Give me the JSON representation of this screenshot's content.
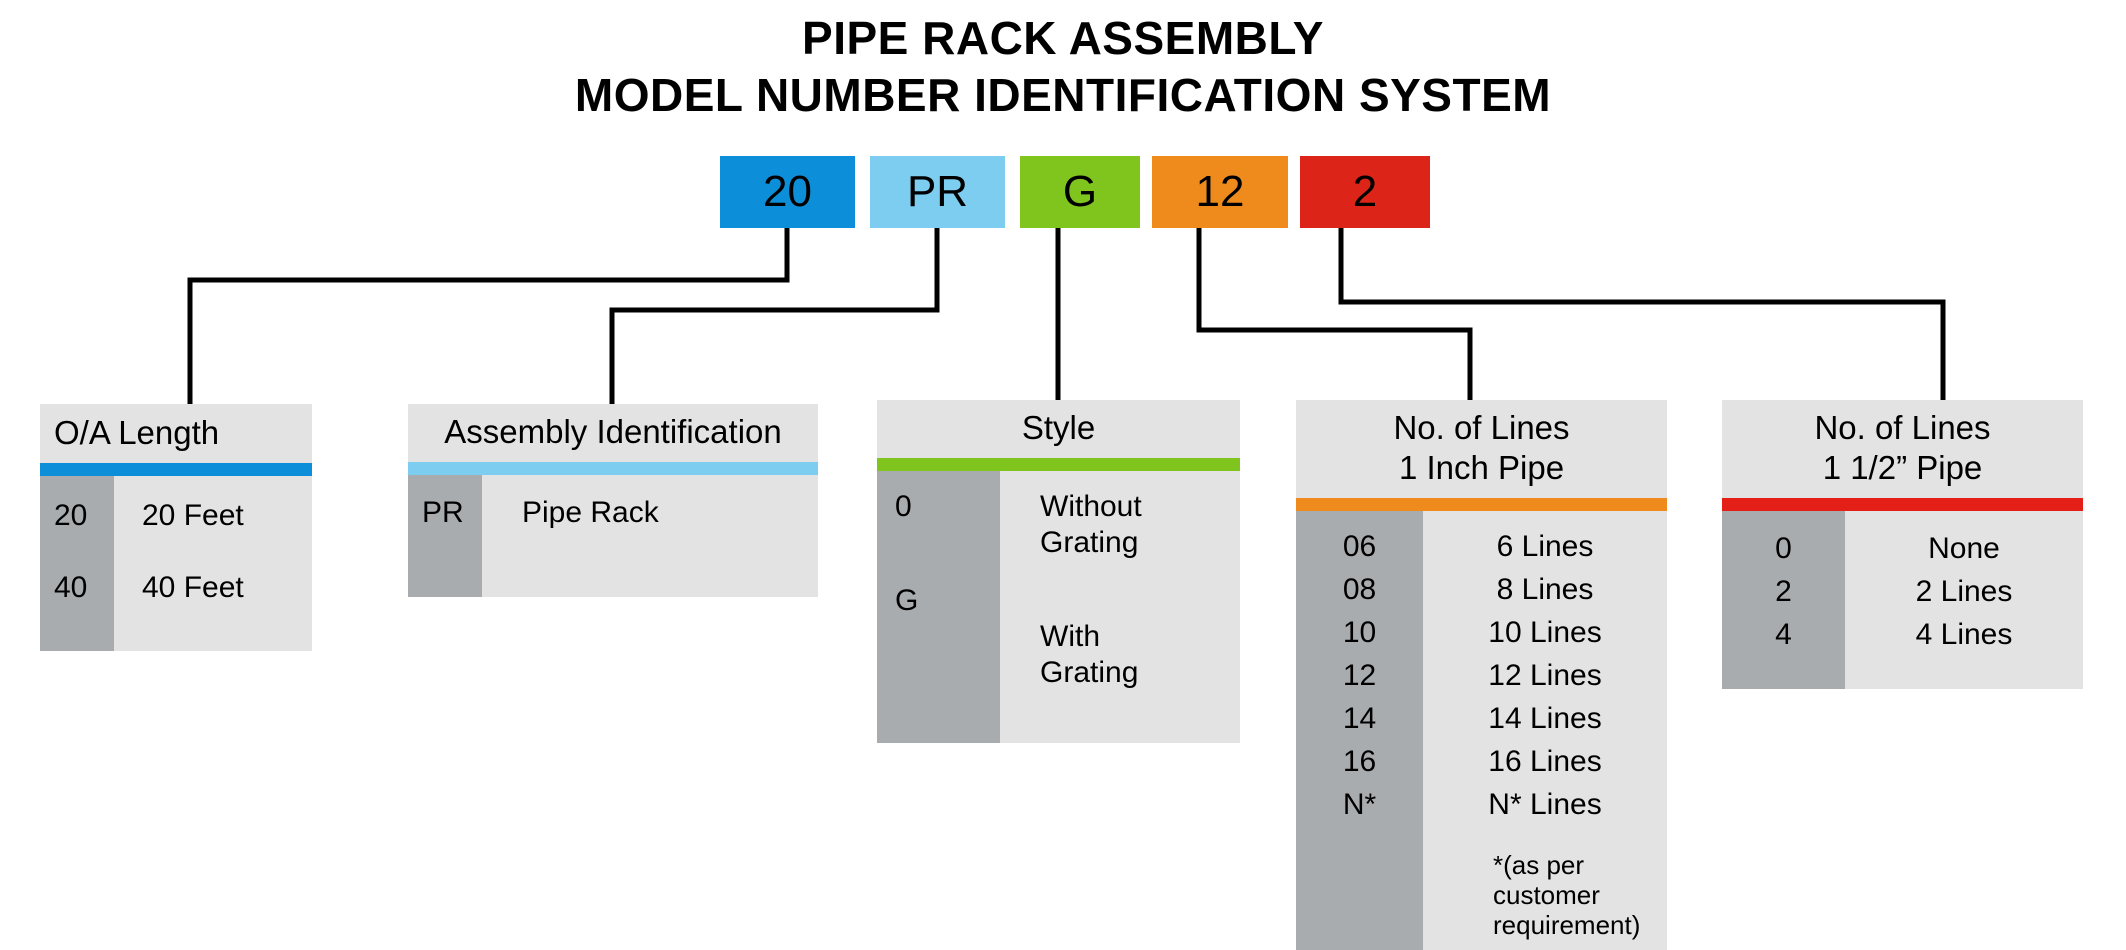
{
  "title": {
    "line1": "PIPE RACK ASSEMBLY",
    "line2": "MODEL NUMBER IDENTIFICATION SYSTEM"
  },
  "model_number": {
    "segments": [
      {
        "label": "20",
        "color": "#0d8ed8",
        "key": "oa_length"
      },
      {
        "label": "PR",
        "color": "#7ccdf0",
        "key": "assembly"
      },
      {
        "label": "G",
        "color": "#80c41e",
        "key": "style"
      },
      {
        "label": "12",
        "color": "#ee8b1c",
        "key": "lines_1in"
      },
      {
        "label": "2",
        "color": "#dc2418",
        "key": "lines_15in"
      }
    ]
  },
  "tables": {
    "oa_length": {
      "header": "O/A Length",
      "accent_color": "#0d8ed8",
      "rows": [
        {
          "code": "20",
          "value": "20 Feet"
        },
        {
          "code": "40",
          "value": "40 Feet"
        }
      ]
    },
    "assembly": {
      "header": "Assembly Identification",
      "accent_color": "#7ccdf0",
      "rows": [
        {
          "code": "PR",
          "value": "Pipe Rack"
        }
      ]
    },
    "style": {
      "header": "Style",
      "accent_color": "#80c41e",
      "rows": [
        {
          "code": "0",
          "value_line1": "Without",
          "value_line2": "Grating"
        },
        {
          "code": "G",
          "value_line1": "With",
          "value_line2": "Grating"
        }
      ]
    },
    "lines_1in": {
      "header_line1": "No. of Lines",
      "header_line2": "1 Inch Pipe",
      "accent_color": "#ee8b1c",
      "rows": [
        {
          "code": "06",
          "value": "6 Lines"
        },
        {
          "code": "08",
          "value": "8 Lines"
        },
        {
          "code": "10",
          "value": "10 Lines"
        },
        {
          "code": "12",
          "value": "12 Lines"
        },
        {
          "code": "14",
          "value": "14 Lines"
        },
        {
          "code": "16",
          "value": "16 Lines"
        },
        {
          "code": "N*",
          "value": "N* Lines"
        }
      ],
      "footnote_line1": "*(as per",
      "footnote_line2": "customer",
      "footnote_line3": "requirement)"
    },
    "lines_15in": {
      "header_line1": "No. of Lines",
      "header_line2": "1 1/2” Pipe",
      "accent_color": "#e41f18",
      "rows": [
        {
          "code": "0",
          "value": "None"
        },
        {
          "code": "2",
          "value": "2 Lines"
        },
        {
          "code": "4",
          "value": "4 Lines"
        }
      ]
    }
  },
  "colors": {
    "panel_light": "#e3e3e3",
    "panel_code": "#a9acaf",
    "connector": "#000000",
    "background": "#ffffff"
  }
}
